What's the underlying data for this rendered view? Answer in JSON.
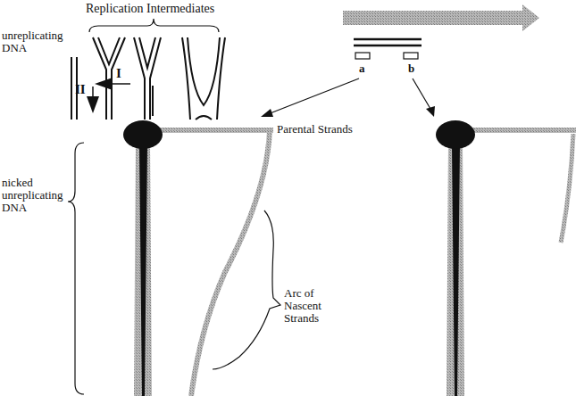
{
  "diagram": {
    "labels": [
      "Replication Intermediates",
      "unreplicating DNA",
      "a",
      "b",
      "I",
      "II",
      "Parental Strands",
      "nicked unreplicating DNA",
      "Arc of Nascent Strands"
    ]
  }
}
